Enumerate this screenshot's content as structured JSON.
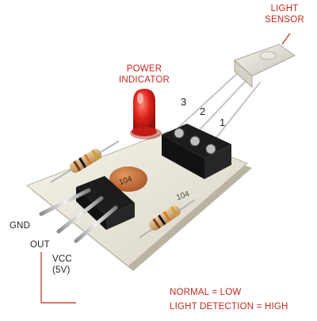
{
  "labels": {
    "light_sensor_line1": "LIGHT",
    "light_sensor_line2": "SENSOR",
    "power_indicator_line1": "POWER",
    "power_indicator_line2": "INDICATOR",
    "pin3": "3",
    "pin2": "2",
    "pin1": "1",
    "gnd": "GND",
    "out": "OUT",
    "vcc_line1": "VCC",
    "vcc_line2": "(5V)",
    "normal_state": "NORMAL = LOW",
    "detection_state": "LIGHT DETECTION = HIGH",
    "capacitor_marking": "104",
    "silk_marking": "104"
  },
  "colors": {
    "label_red": "#c0281e",
    "pcb": "#ece8dc",
    "led": "#e0221a",
    "header_black": "#1c1c1c",
    "capacitor": "#c9733a"
  }
}
